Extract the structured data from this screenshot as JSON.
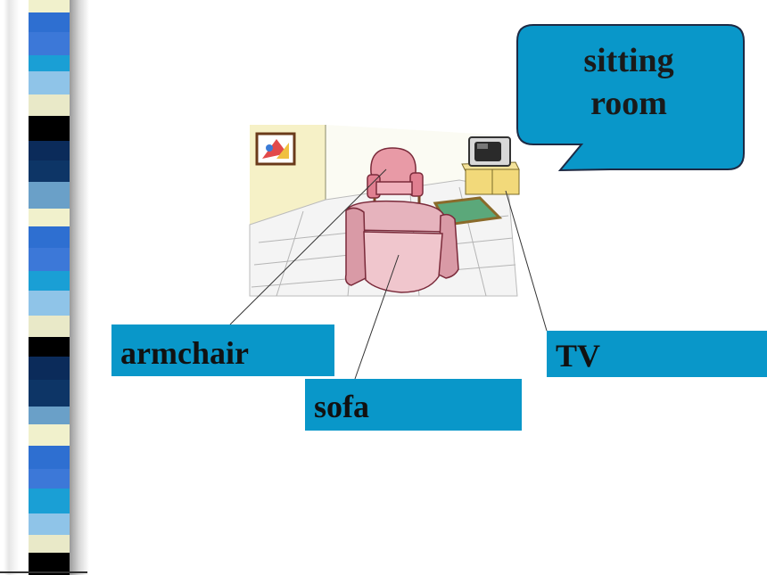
{
  "bubble": {
    "text_line1": "sitting",
    "text_line2": "room"
  },
  "labels": {
    "armchair": "armchair",
    "sofa": "sofa",
    "tv": "TV"
  },
  "colors": {
    "label_bg": "#0997c9",
    "bubble_bg": "#0997c9",
    "stripes": [
      "#2e6fd1",
      "#8fc4e8",
      "#0b2b5a",
      "#f1f1cc",
      "#1a9fd5",
      "#000000",
      "#6aa0c8",
      "#3c78d8",
      "#e9e9c8",
      "#0d3566"
    ]
  },
  "icons": {
    "room_illustration": "sitting-room-illustration",
    "stripe_bar": "decorative-stripe-bar"
  }
}
